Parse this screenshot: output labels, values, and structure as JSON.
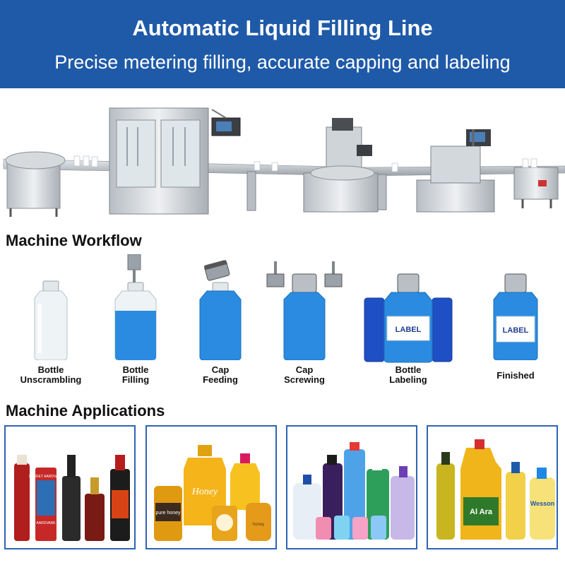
{
  "header": {
    "title": "Automatic Liquid Filling Line",
    "subtitle": "Precise metering filling, accurate capping and labeling"
  },
  "workflow": {
    "title": "Machine Workflow",
    "steps": [
      {
        "line1": "Bottle",
        "line2": "Unscrambling"
      },
      {
        "line1": "Bottle",
        "line2": "Filling"
      },
      {
        "line1": "Cap",
        "line2": "Feeding"
      },
      {
        "line1": "Cap",
        "line2": "Screwing"
      },
      {
        "line1": "Bottle",
        "line2": "Labeling"
      },
      {
        "line1": "Finished",
        "line2": ""
      }
    ],
    "label_text": "LABEL"
  },
  "applications": {
    "title": "Machine Applications",
    "panels": [
      {
        "name": "sauces",
        "texts": [
          "SECRET AARDVARK",
          "AARDVARK"
        ]
      },
      {
        "name": "honey",
        "texts": [
          "Honey",
          "pure honey",
          "honey"
        ]
      },
      {
        "name": "detergents",
        "texts": []
      },
      {
        "name": "oils",
        "texts": [
          "Al Ara",
          "Wesson"
        ]
      }
    ]
  },
  "colors": {
    "banner": "#1f5aa8",
    "liquid": "#2a8be0",
    "panel_border": "#2d64b4"
  }
}
